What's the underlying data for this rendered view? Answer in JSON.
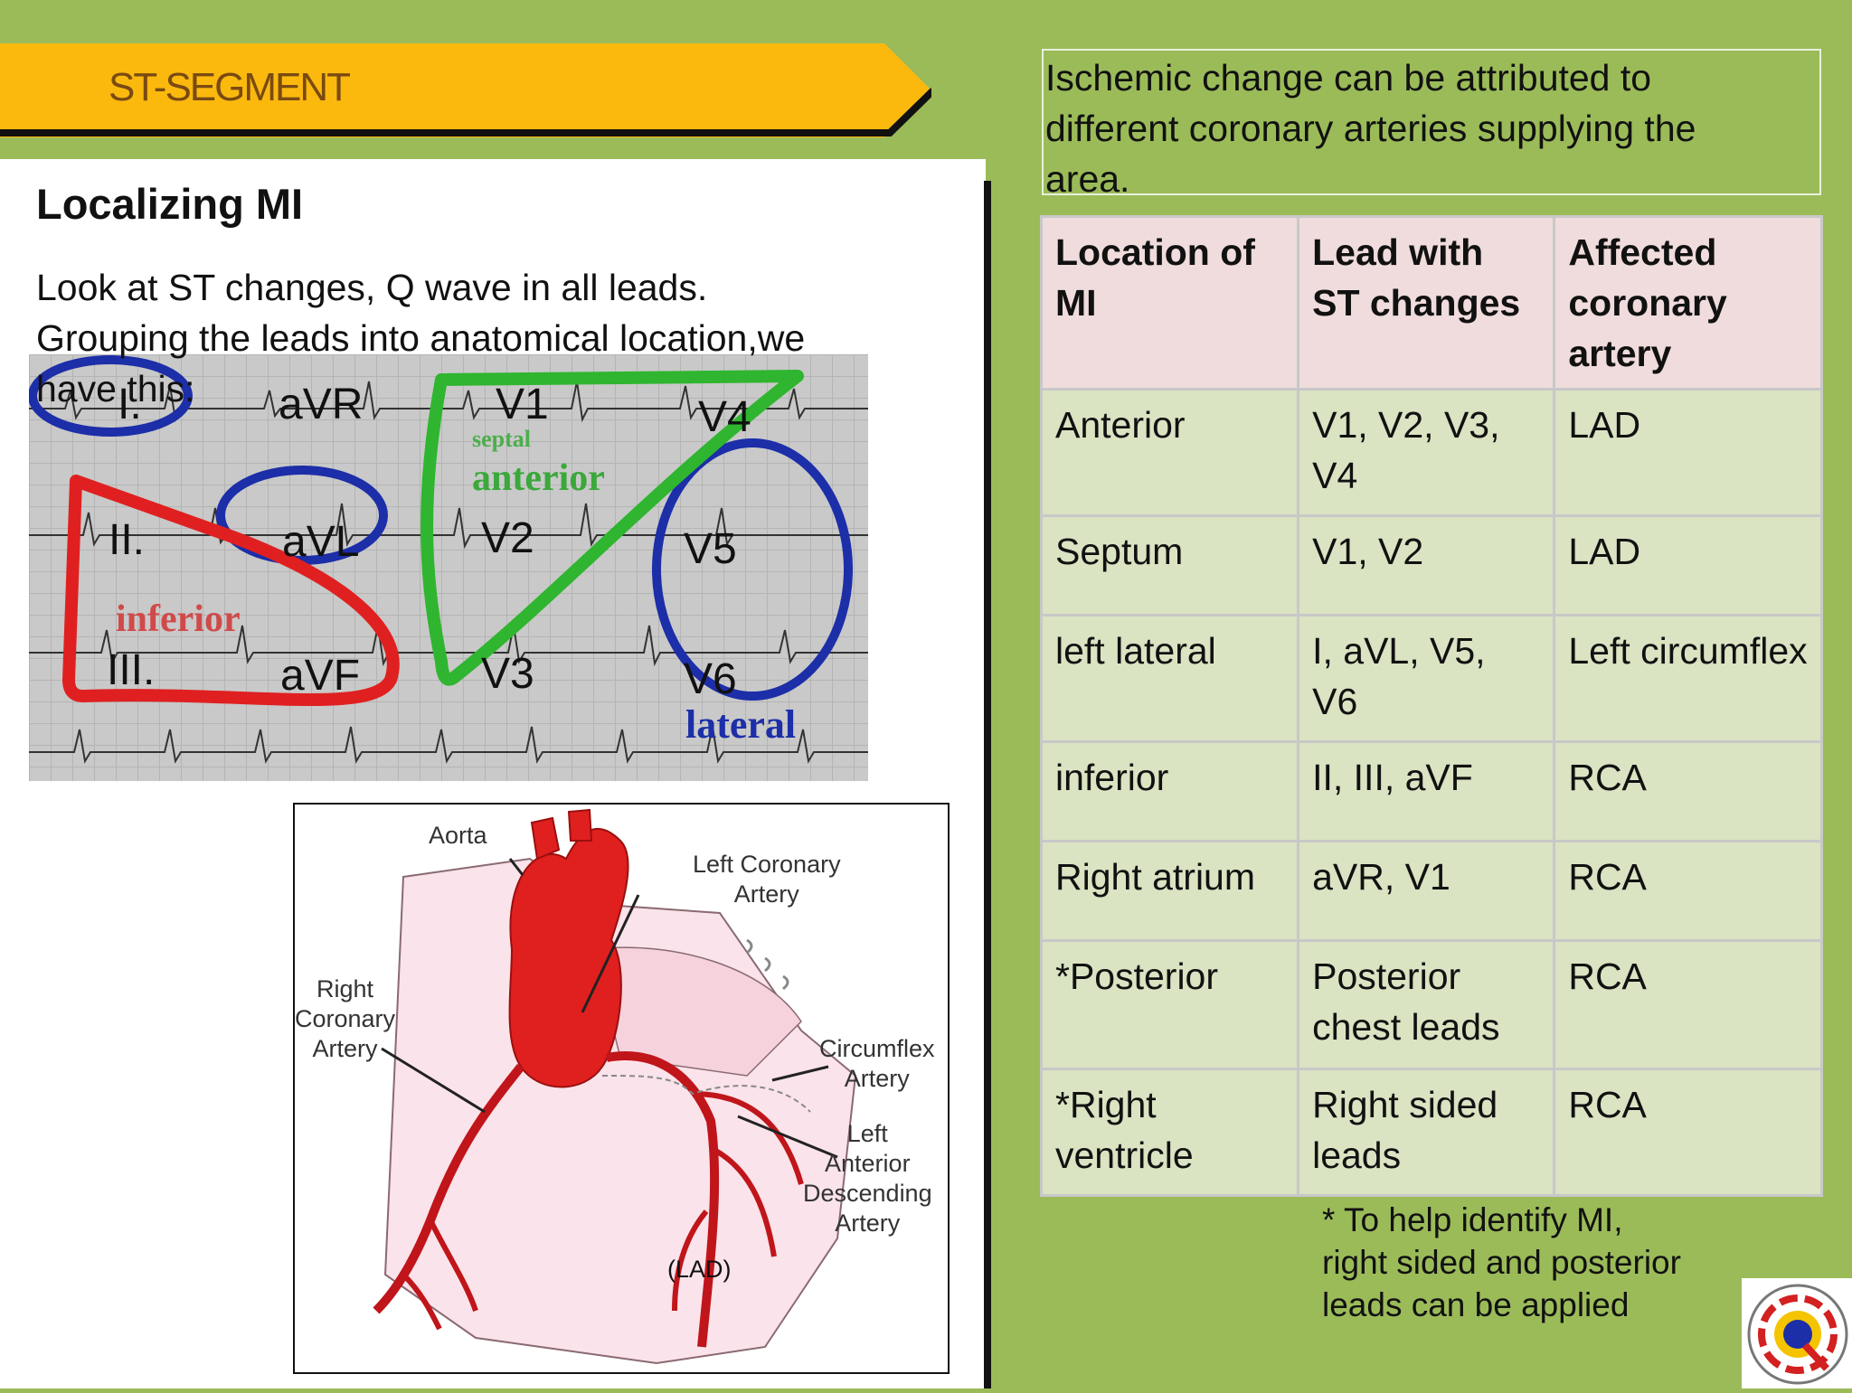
{
  "banner": {
    "title": "ST-SEGMENT"
  },
  "left": {
    "title": "Localizing MI",
    "body_lines": [
      "Look at ST changes, Q wave in all leads.",
      "Grouping the leads into anatomical location,we",
      "have  this:"
    ]
  },
  "ecg": {
    "leads": {
      "I": "I.",
      "aVR": "aVR",
      "V1": "V1",
      "V4": "V4",
      "II": "II.",
      "aVL": "aVL",
      "V2": "V2",
      "V5": "V5",
      "III": "III.",
      "aVF": "aVF",
      "V3": "V3",
      "V6": "V6"
    },
    "regions": {
      "septal": "septal",
      "anterior": "anterior",
      "inferior": "inferior",
      "lateral": "lateral"
    },
    "colors": {
      "inferior": "#e02020",
      "lateral": "#1c2ea8",
      "anterior": "#2fb52f"
    }
  },
  "heart": {
    "labels": {
      "aorta": "Aorta",
      "left_coronary": "Left Coronary\nArtery",
      "right_coronary": "Right\nCoronary\nArtery",
      "circumflex": "Circumflex\nArtery",
      "lad_desc": "Left\nAnterior\nDescending\nArtery",
      "lad": "(LAD)"
    }
  },
  "right": {
    "intro_lines": [
      "Ischemic change can be attributed to",
      "different coronary arteries supplying the",
      "area."
    ],
    "table": {
      "headers": [
        "Location of MI",
        "Lead with ST changes",
        "Affected coronary artery"
      ],
      "rows": [
        [
          "Anterior",
          "V1, V2, V3, V4",
          "LAD"
        ],
        [
          "Septum",
          "V1, V2",
          "LAD"
        ],
        [
          "left lateral",
          "I, aVL, V5, V6",
          "Left circumflex"
        ],
        [
          "inferior",
          "II, III, aVF",
          "RCA"
        ],
        [
          "Right atrium",
          "aVR, V1",
          "RCA"
        ],
        [
          "*Posterior",
          "Posterior chest leads",
          "RCA"
        ],
        [
          "*Right ventricle",
          "Right sided leads",
          "RCA"
        ]
      ]
    },
    "footnote_lines": [
      "*  To help identify MI,",
      "right sided and posterior",
      "leads can be applied"
    ]
  },
  "colors": {
    "banner": "#fbb90e",
    "background": "#9bbb59",
    "header_row": "#f0dcdc",
    "body_row": "#dae3c2"
  }
}
